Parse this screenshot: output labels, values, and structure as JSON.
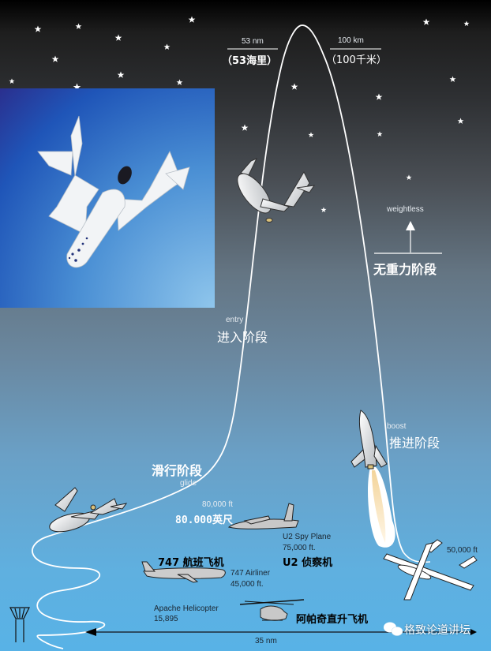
{
  "title": "Spaceship flight profile diagram",
  "colors": {
    "space_top": "#000000",
    "sky_bottom": "#58b2e6",
    "trajectory": "#ffffff",
    "label_dark": "#000000"
  },
  "apogee": {
    "left_en": "53 nm",
    "left_zh": "（53海里）",
    "right_en": "100 km",
    "right_zh": "（100千米）"
  },
  "phases": {
    "weightless_en": "weightless",
    "weightless_zh": "无重力阶段",
    "entry_en": "entry",
    "entry_zh": "进入阶段",
    "boost_en": "boost",
    "boost_zh": "推进阶段",
    "glide_en": "glide",
    "glide_zh": "滑行阶段"
  },
  "altitudes": {
    "release_en": "80,000 ft",
    "release_zh": "80.000英尺",
    "carrier_alt": "50,000 ft"
  },
  "reference_aircraft": [
    {
      "name_en": "U2 Spy Plane",
      "alt": "75,000 ft.",
      "name_zh": "U2 侦察机"
    },
    {
      "name_en": "747 Airliner",
      "alt": "45,000 ft.",
      "name_zh": "747 航班飞机"
    },
    {
      "name_en": "Apache Helicopter",
      "alt": "15,895",
      "name_zh": "阿帕奇直升飞机"
    }
  ],
  "ground_distance": "35 nm",
  "watermark": {
    "icon": "wechat-icon",
    "text": "格致论道讲坛"
  },
  "photo": {
    "alt": "SpaceShipOne photo in blue sky"
  },
  "icons": [
    "star-icon",
    "spaceship-icon",
    "rocket-icon",
    "carrier-aircraft-icon",
    "u2-plane-icon",
    "airliner-icon",
    "helicopter-icon",
    "control-tower-icon",
    "arrow-up-icon",
    "arrow-left-icon"
  ]
}
